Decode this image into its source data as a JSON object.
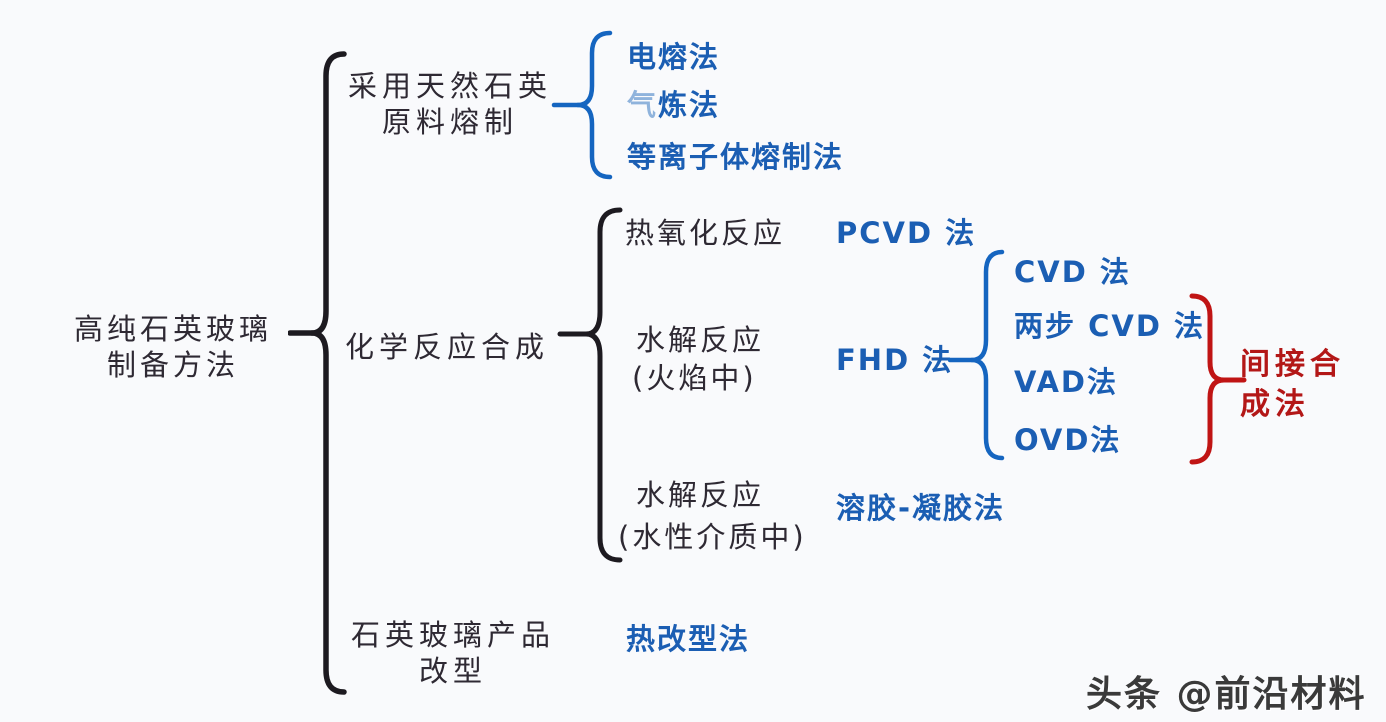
{
  "colors": {
    "background": "#f9fafc",
    "dark_text": "#2e2933",
    "blue_text": "#1b5eb3",
    "faded_blue_text": "#8fb3dc",
    "red_text": "#b31717",
    "dark_brace": "#1d1a20",
    "blue_brace": "#1565c0",
    "red_brace": "#c01414",
    "watermark": "#3a3a3a"
  },
  "root": {
    "line1": "高纯石英玻璃",
    "line2": "制备方法"
  },
  "branch_natural": {
    "title_line1": "采用天然石英",
    "title_line2": "原料熔制",
    "methods": {
      "electric_melting": "电熔法",
      "gas_refining_first_char": "气",
      "gas_refining_rest": "炼法",
      "plasma_melting": "等离子体熔制法"
    }
  },
  "branch_chemical": {
    "title": "化学反应合成",
    "thermal_oxidation": "热氧化反应",
    "pcvd_method": "PCVD 法",
    "hydrolysis_flame_line1": "水解反应",
    "hydrolysis_flame_line2": "(火焰中)",
    "fhd_method": "FHD 法",
    "fhd_submethods": {
      "cvd": "CVD 法",
      "two_step_cvd": "两步 CVD 法",
      "vad": "VAD法",
      "ovd": "OVD法"
    },
    "indirect_synthesis_line1": "间接合",
    "indirect_synthesis_line2": "成法",
    "hydrolysis_aqueous_line1": "水解反应",
    "hydrolysis_aqueous_line2": "(水性介质中)",
    "sol_gel_method": "溶胶-凝胶法"
  },
  "branch_modification": {
    "title_line1": "石英玻璃产品",
    "title_line2": "改型",
    "thermal_reshaping_method": "热改型法"
  },
  "watermark": "头条 @前沿材料"
}
